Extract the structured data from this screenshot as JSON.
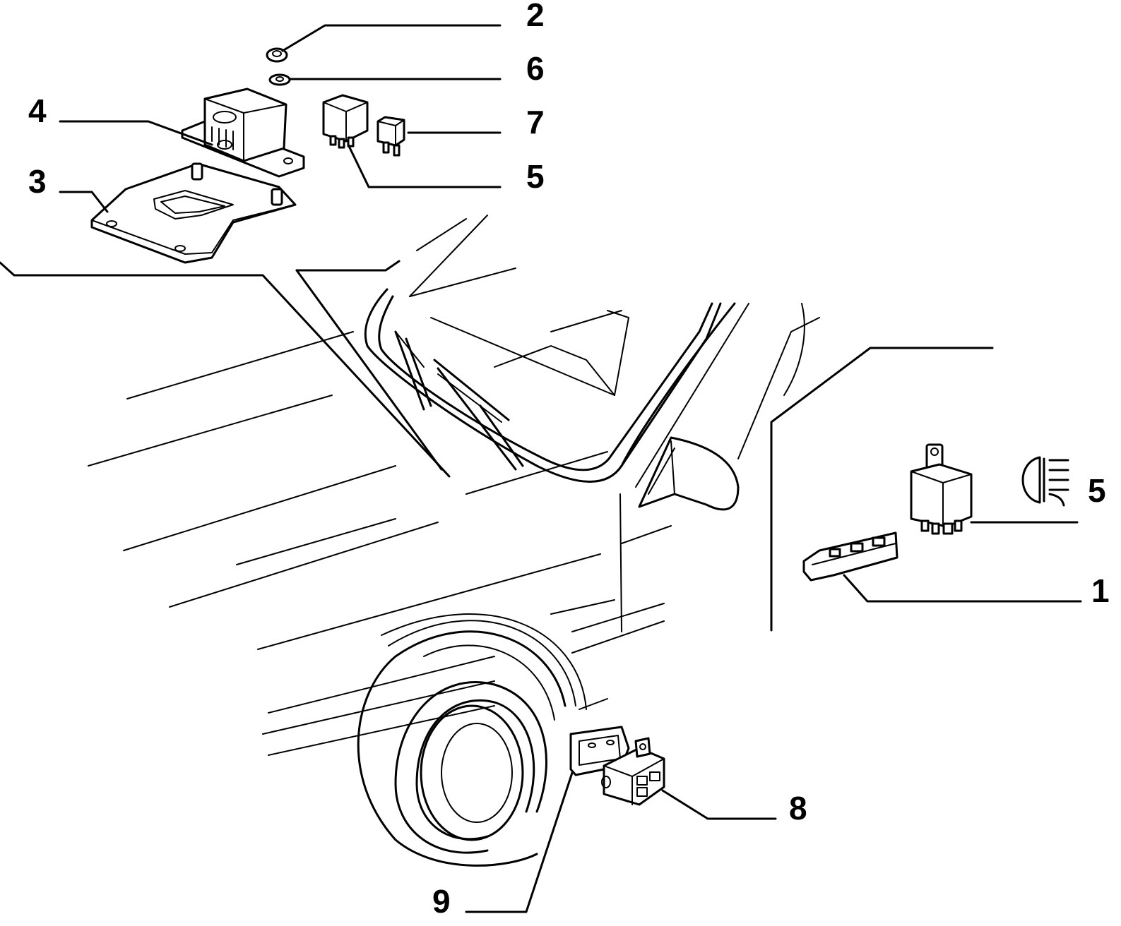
{
  "callouts": {
    "c1": "1",
    "c2": "2",
    "c3": "3",
    "c4": "4",
    "c5_top": "5",
    "c5_right": "5",
    "c6": "6",
    "c7": "7",
    "c8": "8",
    "c9": "9"
  },
  "icons": {
    "fog_lamp": "rear-fog-light-icon"
  }
}
